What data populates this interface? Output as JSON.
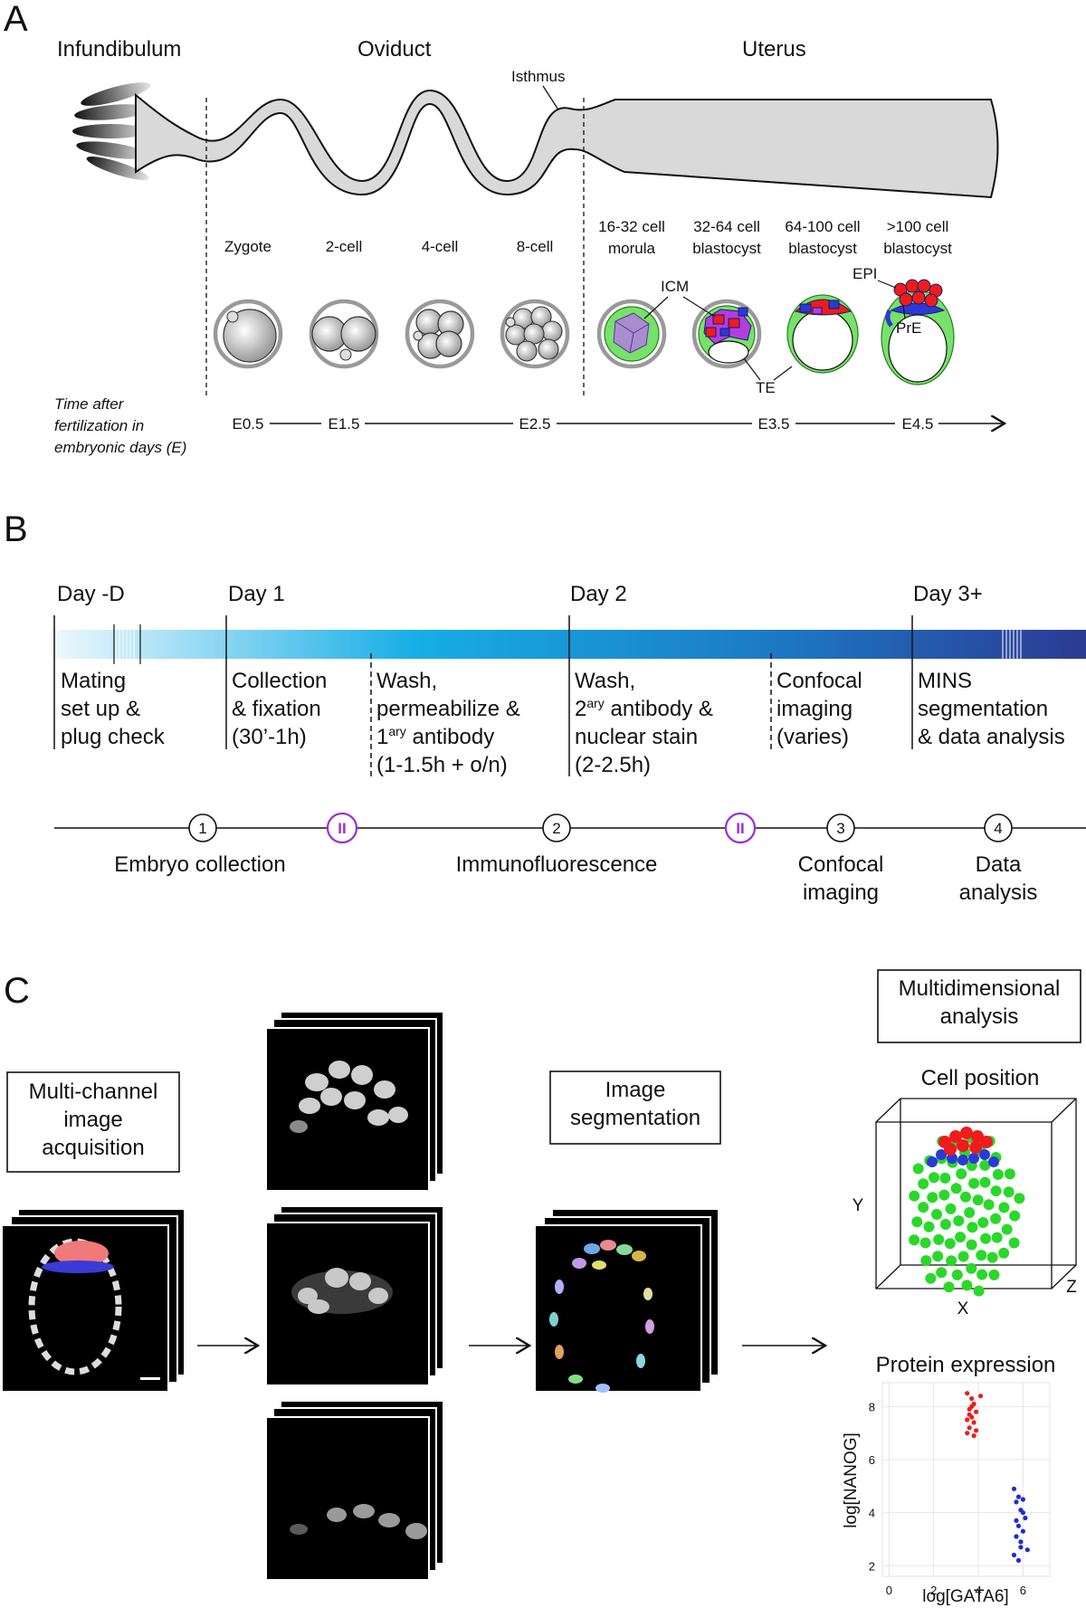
{
  "panels": {
    "a": "A",
    "b": "B",
    "c": "C"
  },
  "panel_a": {
    "regions": {
      "infundibulum": "Infundibulum",
      "oviduct": "Oviduct",
      "uterus": "Uterus",
      "isthmus": "Isthmus"
    },
    "stages": [
      {
        "line1": "",
        "line2": "Zygote"
      },
      {
        "line1": "",
        "line2": "2-cell"
      },
      {
        "line1": "",
        "line2": "4-cell"
      },
      {
        "line1": "",
        "line2": "8-cell"
      },
      {
        "line1": "16-32 cell",
        "line2": "morula"
      },
      {
        "line1": "32-64 cell",
        "line2": "blastocyst"
      },
      {
        "line1": "64-100 cell",
        "line2": "blastocyst"
      },
      {
        "line1": ">100 cell",
        "line2": "blastocyst"
      }
    ],
    "lineages": {
      "icm": "ICM",
      "te": "TE",
      "epi": "EPI",
      "pre": "PrE"
    },
    "time_axis": {
      "caption": [
        "Time after",
        "fertilization in",
        "embryonic days (E)"
      ],
      "ticks": [
        "E0.5",
        "E1.5",
        "E2.5",
        "E3.5",
        "E4.5"
      ]
    },
    "colors": {
      "te": "#76e26a",
      "icm": "#b23ee0",
      "epi": "#ee1c1c",
      "pre": "#2b39d6",
      "tract": "#d9d9d9"
    }
  },
  "panel_b": {
    "days": [
      "Day -D",
      "Day 1",
      "Day 2",
      "Day 3+"
    ],
    "steps": [
      [
        "Mating",
        "set up &",
        "plug check"
      ],
      [
        "Collection",
        "& fixation",
        "(30’-1h)"
      ],
      [
        "Wash,",
        "permeabilize &",
        "1ary antibody",
        "(1-1.5h + o/n)"
      ],
      [
        "Wash,",
        "2ary antibody &",
        "nuclear stain",
        "(2-2.5h)"
      ],
      [
        "Confocal",
        "imaging",
        "(varies)"
      ],
      [
        "MINS",
        "segmentation",
        "& data analysis"
      ]
    ],
    "superscript": "ary",
    "phases": [
      {
        "num": "1",
        "label": [
          "Embryo collection"
        ]
      },
      {
        "num": "2",
        "label": [
          "Immunofluorescence"
        ]
      },
      {
        "num": "3",
        "label": [
          "Confocal",
          "imaging"
        ]
      },
      {
        "num": "4",
        "label": [
          "Data",
          "analysis"
        ]
      }
    ],
    "pause_symbol": "II",
    "colors": {
      "gradient_start": "#e8f6fd",
      "gradient_mid": "#15a9e3",
      "gradient_end": "#2c3a93",
      "pause": "#9b2fd3"
    }
  },
  "panel_c": {
    "boxes": {
      "acquisition": [
        "Multi-channel",
        "image",
        "acquisition"
      ],
      "segmentation": [
        "Image",
        "segmentation"
      ],
      "multidimensional": [
        "Multidimensional",
        "analysis"
      ]
    },
    "cell_position": {
      "title": "Cell position",
      "x": "X",
      "y": "Y",
      "z": "Z"
    },
    "chart_data": {
      "type": "scatter",
      "title": "Protein expression",
      "xlabel": "log[GATA6]",
      "ylabel": "log[NANOG]",
      "xlim": [
        -0.3,
        7.2
      ],
      "ylim": [
        1.6,
        8.9
      ],
      "xticks": [
        0,
        2,
        4,
        6
      ],
      "yticks": [
        2,
        4,
        6,
        8
      ],
      "grid": true,
      "series": [
        {
          "color": "#ee1c1c",
          "x": [
            3.5,
            3.7,
            3.8,
            3.6,
            3.9,
            3.7,
            3.5,
            3.8,
            3.6,
            3.9,
            3.7,
            4.1,
            3.6,
            3.8,
            3.5
          ],
          "y": [
            8.5,
            8.3,
            8.1,
            7.9,
            7.8,
            7.6,
            7.5,
            7.4,
            7.2,
            7.1,
            8.0,
            8.4,
            7.7,
            6.9,
            7.0
          ]
        },
        {
          "color": "#1f2ad6",
          "x": [
            5.6,
            5.8,
            5.7,
            6.0,
            5.9,
            6.1,
            5.8,
            6.0,
            5.7,
            5.9,
            6.2,
            5.6,
            5.8,
            6.0,
            5.7,
            5.9
          ],
          "y": [
            4.9,
            4.6,
            4.4,
            4.5,
            4.1,
            3.8,
            3.5,
            3.3,
            3.1,
            2.9,
            2.6,
            2.4,
            2.2,
            4.0,
            3.7,
            2.7
          ]
        }
      ]
    }
  }
}
